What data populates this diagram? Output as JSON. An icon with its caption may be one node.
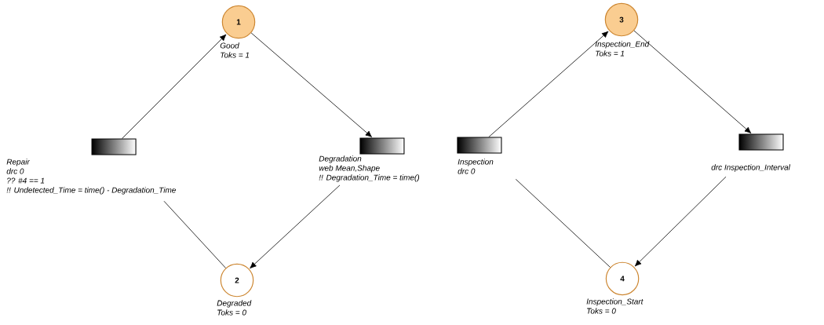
{
  "diagram": {
    "nodes": [
      {
        "text": [
          "1"
        ],
        "beside": [
          "Good",
          "Toks = 1"
        ]
      },
      {
        "text": [],
        "shape": "box",
        "beside": [
          "Repair",
          "drc 0",
          "?? #4 == 1",
          "!! Undetected_Time = time() - Degradation_Time"
        ]
      },
      {
        "text": [],
        "shape": "box",
        "beside": [
          "Degradation",
          "web Mean,Shape",
          "!! Degradation_Time = time()"
        ]
      },
      {
        "text": [
          "2"
        ],
        "beside": [
          "Degraded",
          "Toks = 0"
        ]
      },
      {
        "text": [
          "3"
        ],
        "beside": [
          "Inspection_End",
          "Toks = 1"
        ]
      },
      {
        "text": [],
        "shape": "box",
        "beside": [
          "Inspection",
          "drc 0"
        ]
      },
      {
        "text": [],
        "shape": "box",
        "beside": [
          "drc Inspection_Interval"
        ]
      },
      {
        "text": [
          "4"
        ],
        "beside": [
          "Inspection_Start",
          "Toks = 0"
        ]
      }
    ],
    "edges": [
      {
        "from": 1,
        "to": 0,
        "arrow": "to"
      },
      {
        "from": 0,
        "to": 2,
        "arrow": "to"
      },
      {
        "from": 2,
        "to": 3,
        "arrow": "to"
      },
      {
        "from": 3,
        "to": 1,
        "arrow": "none"
      },
      {
        "from": 5,
        "to": 4,
        "arrow": "to"
      },
      {
        "from": 4,
        "to": 6,
        "arrow": "to"
      },
      {
        "from": 6,
        "to": 7,
        "arrow": "to"
      },
      {
        "from": 7,
        "to": 5,
        "arrow": "none"
      }
    ]
  }
}
